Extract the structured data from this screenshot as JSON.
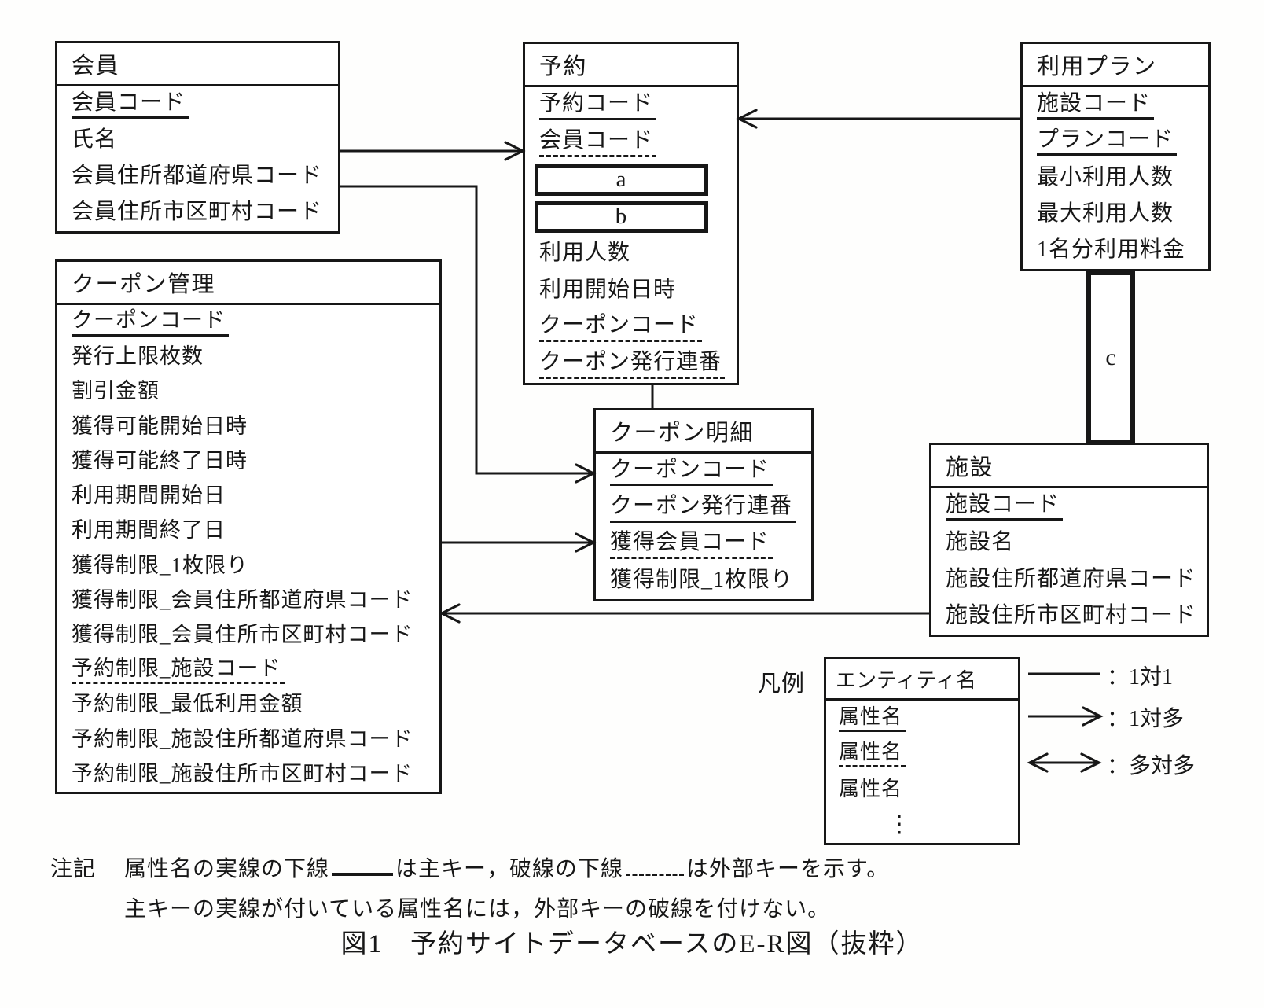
{
  "ink_color": "#171717",
  "entities": {
    "member": {
      "title": "会員",
      "attrs": [
        {
          "label": "会員コード",
          "key": "pk"
        },
        {
          "label": "氏名",
          "key": "none"
        },
        {
          "label": "会員住所都道府県コード",
          "key": "none"
        },
        {
          "label": "会員住所市区町村コード",
          "key": "none"
        }
      ]
    },
    "reservation": {
      "title": "予約",
      "attrs": [
        {
          "label": "予約コード",
          "key": "pk"
        },
        {
          "label": "会員コード",
          "key": "fk"
        },
        {
          "label": "a",
          "key": "blank"
        },
        {
          "label": "b",
          "key": "blank"
        },
        {
          "label": "利用人数",
          "key": "none"
        },
        {
          "label": "利用開始日時",
          "key": "none"
        },
        {
          "label": "クーポンコード",
          "key": "fk"
        },
        {
          "label": "クーポン発行連番",
          "key": "fk"
        }
      ]
    },
    "plan": {
      "title": "利用プラン",
      "attrs": [
        {
          "label": "施設コード",
          "key": "pk"
        },
        {
          "label": "プランコード",
          "key": "pk"
        },
        {
          "label": "最小利用人数",
          "key": "none"
        },
        {
          "label": "最大利用人数",
          "key": "none"
        },
        {
          "label": "1名分利用料金",
          "key": "none"
        }
      ]
    },
    "coupon_mgmt": {
      "title": "クーポン管理",
      "attrs": [
        {
          "label": "クーポンコード",
          "key": "pk"
        },
        {
          "label": "発行上限枚数",
          "key": "none"
        },
        {
          "label": "割引金額",
          "key": "none"
        },
        {
          "label": "獲得可能開始日時",
          "key": "none"
        },
        {
          "label": "獲得可能終了日時",
          "key": "none"
        },
        {
          "label": "利用期間開始日",
          "key": "none"
        },
        {
          "label": "利用期間終了日",
          "key": "none"
        },
        {
          "label": "獲得制限_1枚限り",
          "key": "none"
        },
        {
          "label": "獲得制限_会員住所都道府県コード",
          "key": "none"
        },
        {
          "label": "獲得制限_会員住所市区町村コード",
          "key": "none"
        },
        {
          "label": "予約制限_施設コード",
          "key": "fk"
        },
        {
          "label": "予約制限_最低利用金額",
          "key": "none"
        },
        {
          "label": "予約制限_施設住所都道府県コード",
          "key": "none"
        },
        {
          "label": "予約制限_施設住所市区町村コード",
          "key": "none"
        }
      ]
    },
    "coupon_detail": {
      "title": "クーポン明細",
      "attrs": [
        {
          "label": "クーポンコード",
          "key": "pk"
        },
        {
          "label": "クーポン発行連番",
          "key": "pk"
        },
        {
          "label": "獲得会員コード",
          "key": "fk"
        },
        {
          "label": "獲得制限_1枚限り",
          "key": "none"
        }
      ]
    },
    "facility": {
      "title": "施設",
      "attrs": [
        {
          "label": "施設コード",
          "key": "pk"
        },
        {
          "label": "施設名",
          "key": "none"
        },
        {
          "label": "施設住所都道府県コード",
          "key": "none"
        },
        {
          "label": "施設住所市区町村コード",
          "key": "none"
        }
      ]
    }
  },
  "blanks": {
    "a": "a",
    "b": "b",
    "c": "c"
  },
  "legend": {
    "label": "凡例",
    "entity_box": {
      "title": "エンティティ名",
      "attrs": [
        {
          "label": "属性名",
          "key": "pk"
        },
        {
          "label": "属性名",
          "key": "fk"
        },
        {
          "label": "属性名",
          "key": "none"
        },
        {
          "label": "⋮",
          "key": "ellipsis"
        }
      ]
    },
    "relations": [
      {
        "symbol": "plain-line",
        "label": "：1対1"
      },
      {
        "symbol": "one-to-many-arrow",
        "label": "：1対多"
      },
      {
        "symbol": "many-to-many-arrow",
        "label": "：多対多"
      }
    ]
  },
  "notes": {
    "label": "注記",
    "line1_part1": "属性名の実線の下線",
    "line1_part2": "は主キー，破線の下線",
    "line1_part3": "は外部キーを示す。",
    "line2": "主キーの実線が付いている属性名には，外部キーの破線を付けない。"
  },
  "caption": "図1　予約サイトデータベースのE-R図（抜粋）"
}
